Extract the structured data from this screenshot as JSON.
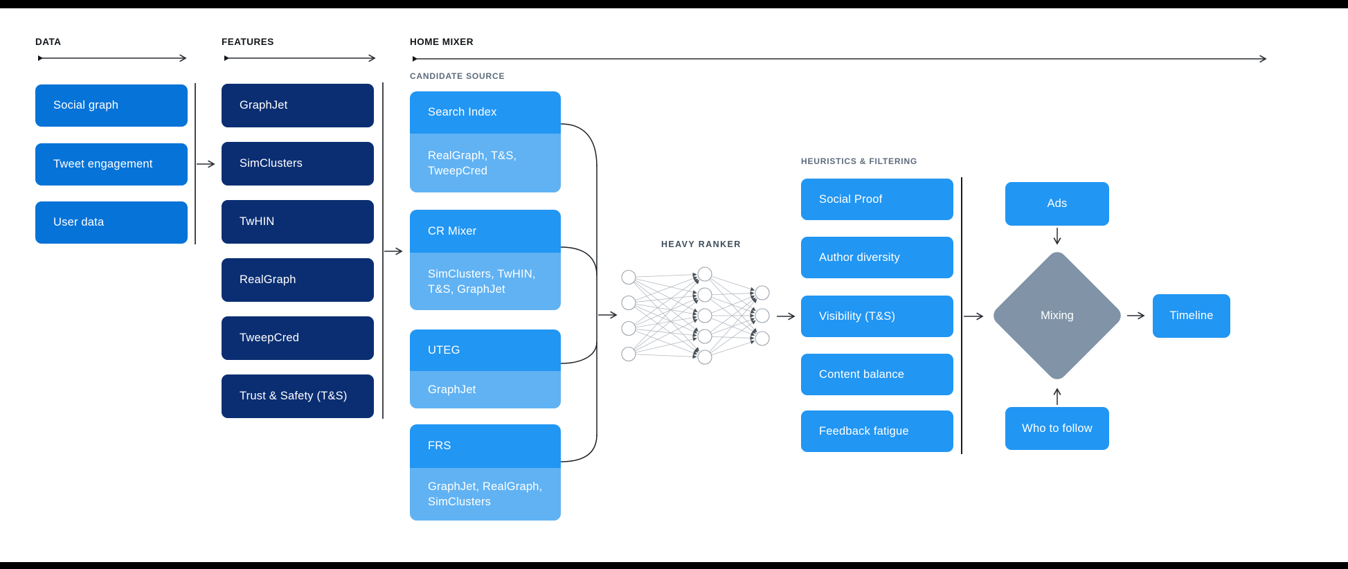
{
  "colors": {
    "background": "#ffffff",
    "frame_bar": "#000000",
    "data_box_blue": "#0673d8",
    "feature_box_navy": "#0b2e72",
    "bright_blue": "#2196f3",
    "light_blue": "#60b2f3",
    "diamond_gray": "#8093a7",
    "section_label_dark": "#101418",
    "sub_label_gray": "#5c6b7c",
    "heavy_ranker_label": "#3f4c5a",
    "arrow_color": "#2a2e33"
  },
  "sections": {
    "data": {
      "label": "DATA",
      "items": [
        "Social graph",
        "Tweet engagement",
        "User data"
      ]
    },
    "features": {
      "label": "FEATURES",
      "items": [
        "GraphJet",
        "SimClusters",
        "TwHIN",
        "RealGraph",
        "TweepCred",
        "Trust & Safety (T&S)"
      ]
    },
    "home_mixer": {
      "label": "HOME MIXER",
      "candidate_source": {
        "label": "CANDIDATE SOURCE",
        "items": [
          {
            "title": "Search Index",
            "sub": "RealGraph, T&S, TweepCred"
          },
          {
            "title": "CR Mixer",
            "sub": "SimClusters, TwHIN, T&S, GraphJet"
          },
          {
            "title": "UTEG",
            "sub": "GraphJet"
          },
          {
            "title": "FRS",
            "sub": "GraphJet, RealGraph, SimClusters"
          }
        ]
      },
      "heavy_ranker": {
        "label": "HEAVY RANKER",
        "layers": [
          4,
          5,
          3
        ]
      },
      "heuristics": {
        "label": "HEURISTICS & FILTERING",
        "items": [
          "Social Proof",
          "Author diversity",
          "Visibility (T&S)",
          "Content balance",
          "Feedback fatigue"
        ]
      },
      "output": {
        "ads": "Ads",
        "who_to_follow": "Who to follow",
        "mixing": "Mixing",
        "timeline": "Timeline"
      }
    }
  }
}
